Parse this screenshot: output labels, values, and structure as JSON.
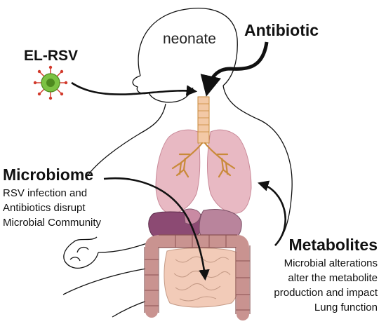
{
  "labels": {
    "neonate": "neonate",
    "antibiotic": "Antibiotic",
    "el_rsv": "EL-RSV",
    "microbiome": {
      "title": "Microbiome",
      "lines": [
        "RSV infection and",
        "Antibiotics disrupt",
        "Microbial Community"
      ]
    },
    "metabolites": {
      "title": "Metabolites",
      "lines": [
        "Microbial alterations",
        "alter the metabolite",
        "production and impact",
        "Lung function"
      ]
    }
  },
  "colors": {
    "outline": "#111111",
    "lung": "#e8b9c3",
    "lung_edge": "#c98a99",
    "trachea": "#f3c9a6",
    "bronchi": "#c98a3a",
    "liver": "#8c4a73",
    "stomach": "#b9849c",
    "colon": "#c99390",
    "colon_edge": "#8a5252",
    "intestine": "#f2cbb8",
    "virus_body": "#7cc243",
    "virus_core": "#4e8a1f",
    "virus_spike": "#d2392b"
  }
}
